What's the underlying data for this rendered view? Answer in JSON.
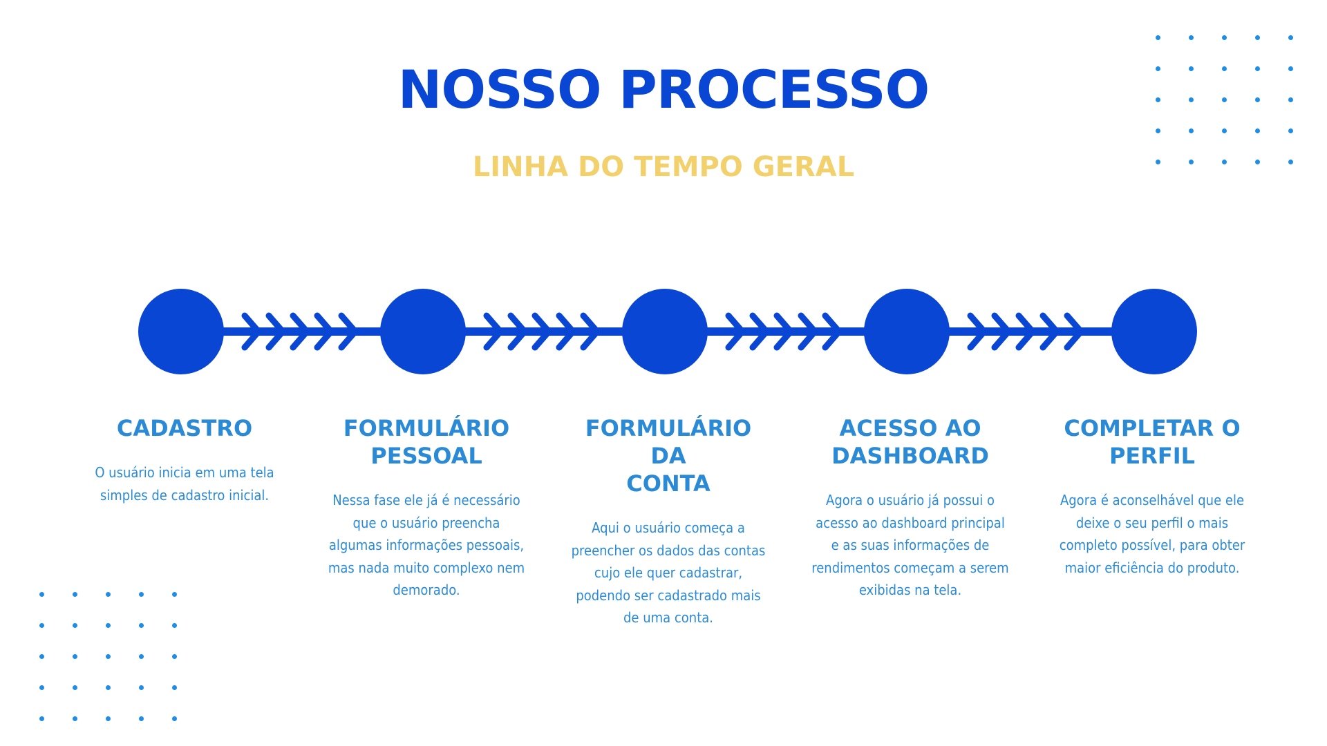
{
  "header": {
    "title": "NOSSO PROCESSO",
    "subtitle": "LINHA DO TEMPO GERAL"
  },
  "colors": {
    "title": "#0a46d4",
    "subtitle": "#f2d06b",
    "timeline": "#0a46d4",
    "text": "#2a8ad6",
    "dots": "#1e8de6"
  },
  "steps": [
    {
      "title": "CADASTRO",
      "description": "O usuário inicia em uma tela\nsimples de cadastro inicial."
    },
    {
      "title": "FORMULÁRIO\nPESSOAL",
      "description": "Nessa fase ele já é necessário\nque o usuário preencha\nalgumas informações pessoais,\nmas nada muito complexo nem\ndemorado."
    },
    {
      "title": "FORMULÁRIO DA\nCONTA",
      "description": "Aqui o usuário começa a\npreencher os dados das contas\ncujo ele quer cadastrar,\npodendo ser cadastrado mais\nde uma conta."
    },
    {
      "title": "ACESSO AO\nDASHBOARD",
      "description": "Agora o usuário já possui o\nacesso ao dashboard principal\ne as suas informações de\nrendimentos começam a serem\nexibidas na tela."
    },
    {
      "title": "COMPLETAR O\nPERFIL",
      "description": "Agora é aconselhável que ele\ndeixe o seu perfil o mais\ncompleto possível, para obter\nmaior eficiência do produto."
    }
  ]
}
